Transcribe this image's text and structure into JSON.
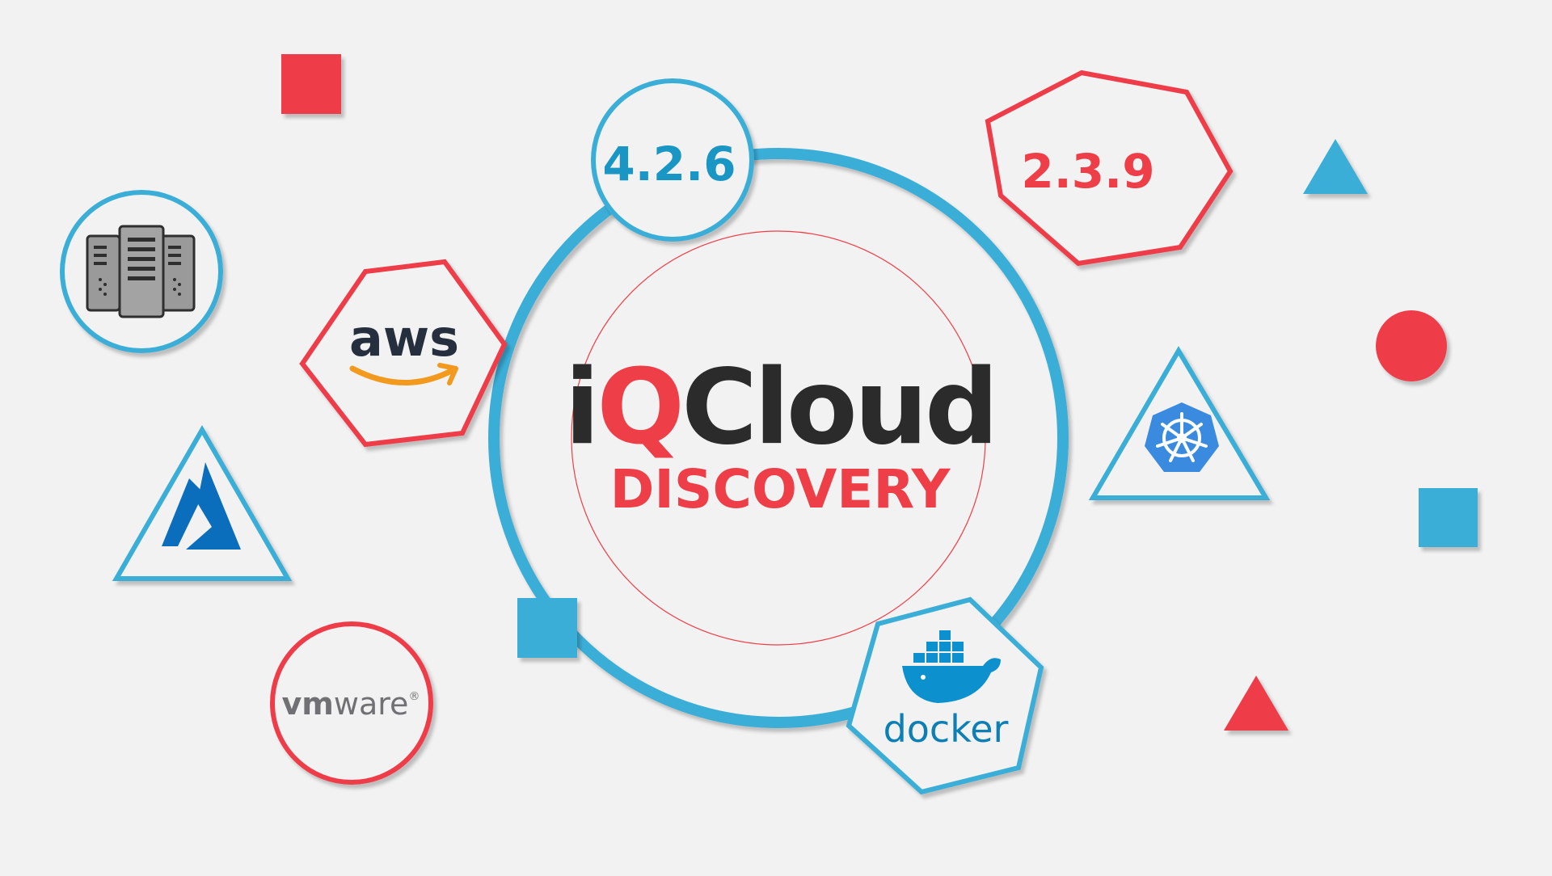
{
  "brand": {
    "prefix_i": "i",
    "prefix_q": "Q",
    "name": "Cloud",
    "subtitle": "DISCOVERY"
  },
  "versions": {
    "blue": "4.2.6",
    "red": "2.3.9"
  },
  "logos": {
    "aws": "aws",
    "docker": "docker",
    "vmware_vm": "vm",
    "vmware_ware": "ware",
    "vmware_mark": "®"
  },
  "icons": {
    "server": "server-rack-icon",
    "aws": "amazon-smile-arrow-icon",
    "azure": "azure-logo-icon",
    "vmware": "vmware-logo-icon",
    "kubernetes": "kubernetes-helm-wheel-icon",
    "docker": "docker-whale-icon"
  },
  "colors": {
    "background": "#f2f2f2",
    "blue": "#3aaed8",
    "blue_dark": "#1a96c4",
    "red": "#ee3e48",
    "dark": "#2b2b2b",
    "aws_orange": "#f39a1e",
    "aws_navy": "#252f3e",
    "azure": "#0a6ebd",
    "kubernetes": "#3a8be0",
    "docker": "#0d91ce",
    "vmware_gray": "#717074"
  }
}
